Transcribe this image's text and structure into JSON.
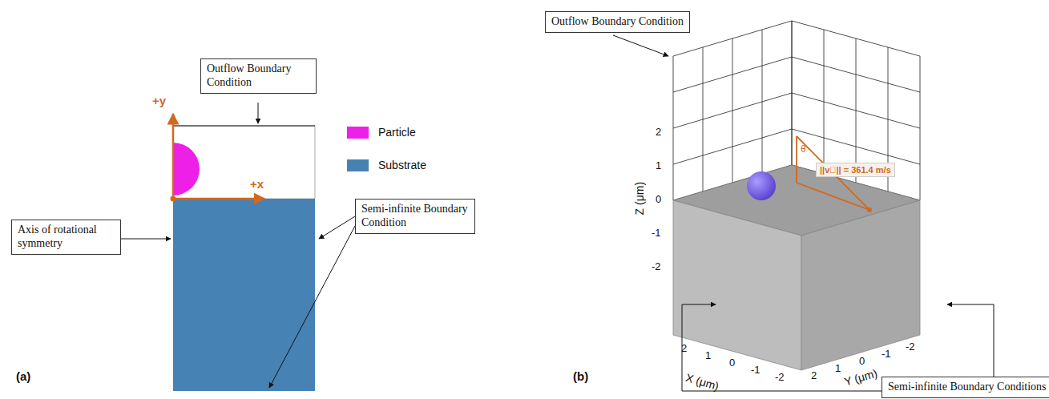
{
  "diagram": {
    "nodes": [
      {
        "text": [
          "Outflow Boundary Condition"
        ]
      },
      {
        "text": [
          "Axis of rotational symmetry"
        ]
      },
      {
        "text": [
          "Semi-infinite Boundary Condition"
        ]
      },
      {
        "text": [
          "Outflow Boundary Condition"
        ]
      },
      {
        "text": [
          "Semi-infinite Boundary Conditions"
        ]
      }
    ],
    "labels": [
      "(a)",
      "+y",
      "+x",
      "(b)",
      "Z (μm)",
      "X (μm)",
      "Y (μm)",
      "2",
      "1",
      "0",
      "-1",
      "-2",
      "2",
      "1",
      "0",
      "-1",
      "-2",
      "2",
      "1",
      "0",
      "-1",
      "-2",
      "θ",
      "||v⃗|| = 361.4 m/s"
    ],
    "legend": [
      {
        "text": "Particle",
        "color": "#ee1fe6"
      },
      {
        "text": "Substrate",
        "color": "#4682b4"
      }
    ]
  }
}
